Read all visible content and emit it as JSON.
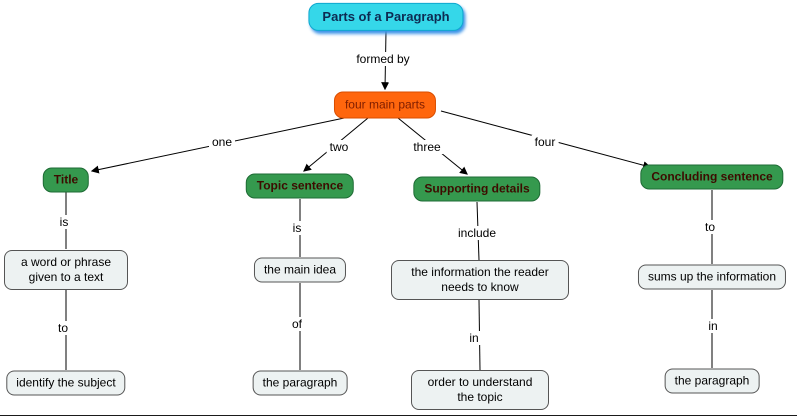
{
  "colors": {
    "root_fill": "#35d7e9",
    "root_border": "#0fa8cf",
    "root_shadow": "#3b93e8",
    "root_text": "#0d2b52",
    "hub_fill": "#ff660d",
    "hub_border": "#d94e00",
    "hub_text": "#7e1d00",
    "branch_fill": "#35994e",
    "branch_border": "#1e6b35",
    "branch_text": "#3d0c00",
    "leaf_fill": "#edf2f2",
    "leaf_border": "#555555",
    "leaf_text": "#000000",
    "line_color": "#000000"
  },
  "root": {
    "label": "Parts of a Paragraph"
  },
  "hub": {
    "label": "four main parts"
  },
  "links": {
    "formed_by": "formed by",
    "one": "one",
    "two": "two",
    "three": "three",
    "four": "four"
  },
  "branches": [
    {
      "label": "Title",
      "link1": "is",
      "leaf1": "a word or phrase given to a text",
      "link2": "to",
      "leaf2": "identify the subject"
    },
    {
      "label": "Topic sentence",
      "link1": "is",
      "leaf1": "the main idea",
      "link2": "of",
      "leaf2": "the paragraph"
    },
    {
      "label": "Supporting details",
      "link1": "include",
      "leaf1": "the information the reader needs to know",
      "link2": "in",
      "leaf2": "order to understand the topic"
    },
    {
      "label": "Concluding sentence",
      "link1": "to",
      "leaf1": "sums up the information",
      "link2": "in",
      "leaf2": "the paragraph"
    }
  ]
}
